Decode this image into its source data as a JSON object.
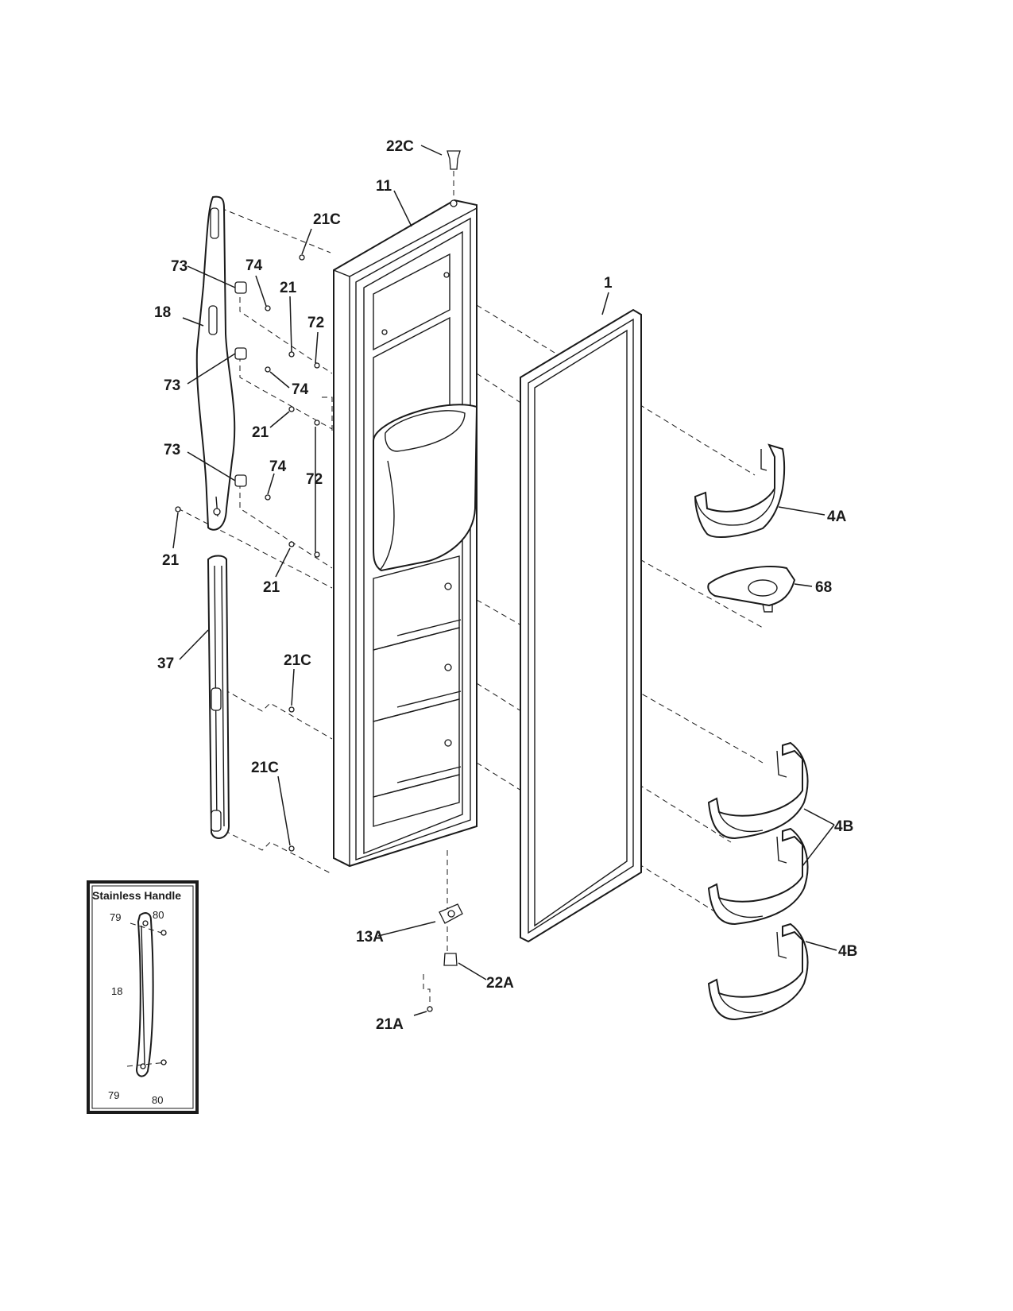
{
  "labels": {
    "l22C": "22C",
    "l11": "11",
    "l21C_top": "21C",
    "l73_a": "73",
    "l74_a": "74",
    "l21_a": "21",
    "l72_a": "72",
    "l18": "18",
    "l1": "1",
    "l73_b": "73",
    "l74_b": "74",
    "l21_b": "21",
    "l73_c": "73",
    "l74_c": "74",
    "l72_b": "72",
    "l4A": "4A",
    "l21_c": "21",
    "l68": "68",
    "l21_d": "21",
    "l37": "37",
    "l21C_mid": "21C",
    "l21C_low": "21C",
    "l4B_a": "4B",
    "l13A": "13A",
    "l22A": "22A",
    "l4B_b": "4B",
    "l21A": "21A"
  },
  "inset": {
    "title": "Stainless Handle",
    "l79_top": "79",
    "l80_top": "80",
    "l18": "18",
    "l79_bot": "79",
    "l80_bot": "80"
  }
}
